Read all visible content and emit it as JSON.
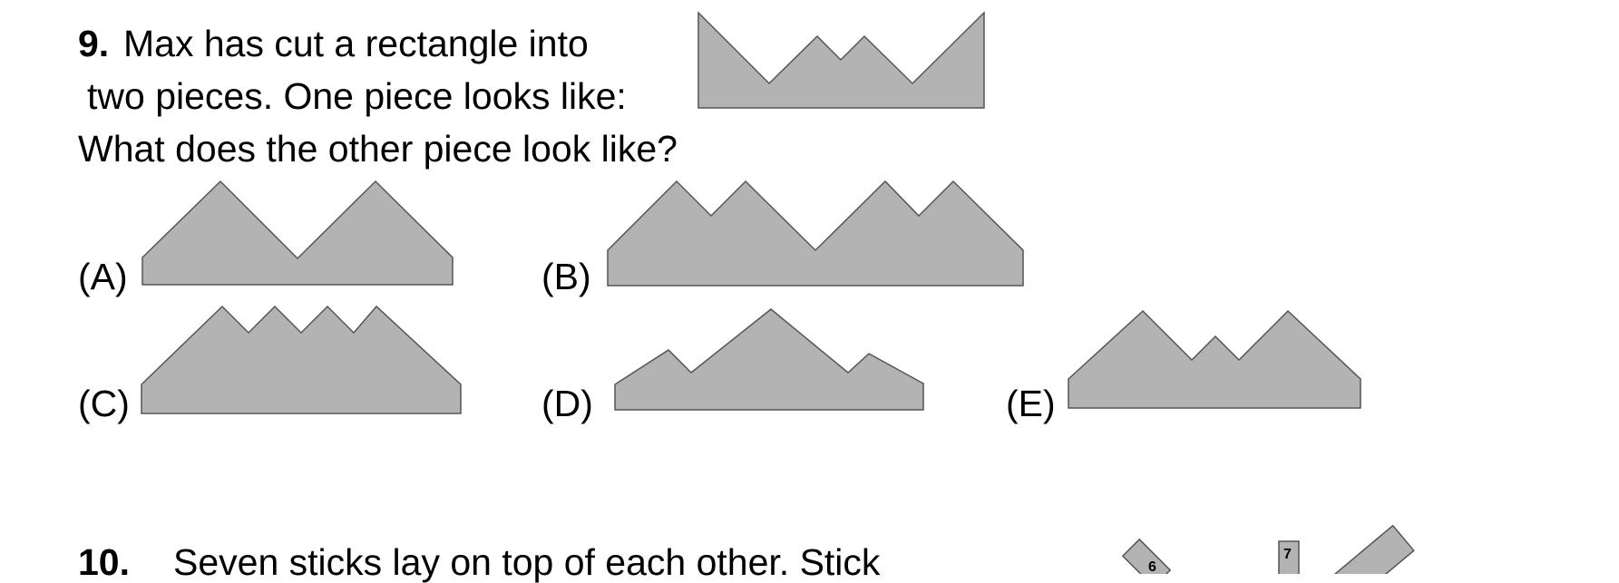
{
  "q9": {
    "number": "9.",
    "line1": "Max has cut a rectangle into",
    "line2": "two pieces. One piece looks like:",
    "line3": "What does the other piece look like?",
    "options": {
      "a": "(A)",
      "b": "(B)",
      "c": "(C)",
      "d": "(D)",
      "e": "(E)"
    }
  },
  "q10": {
    "number": "10.",
    "text": "Seven sticks lay on top of each other. Stick",
    "stick_labels": [
      "6",
      "7"
    ]
  },
  "colors": {
    "shape_fill": "#b3b3b3",
    "shape_stroke": "#555555"
  }
}
